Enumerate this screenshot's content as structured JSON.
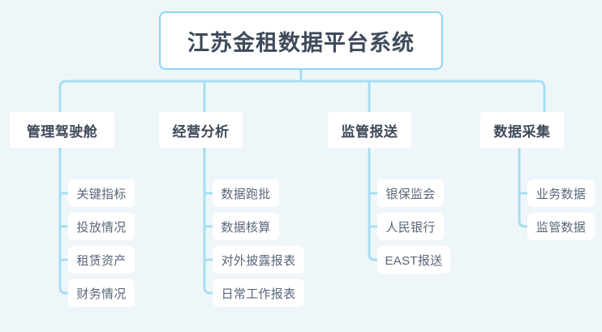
{
  "diagram": {
    "type": "org-tree",
    "title": "江苏金租数据平台系统",
    "accent_color": "#8ed5f7",
    "connector_color": "#a8ddf3",
    "background_color": "#eff6fa",
    "node_background": "#ffffff",
    "title_text_color": "#3f4a5a",
    "leaf_text_color": "#59677a",
    "root": {
      "label": "江苏金租数据平台系统"
    },
    "branches": [
      {
        "label": "管理驾驶舱",
        "leaves": [
          {
            "label": "关键指标"
          },
          {
            "label": "投放情况"
          },
          {
            "label": "租赁资产"
          },
          {
            "label": "财务情况"
          }
        ]
      },
      {
        "label": "经营分析",
        "leaves": [
          {
            "label": "数据跑批"
          },
          {
            "label": "数据核算"
          },
          {
            "label": "对外披露报表"
          },
          {
            "label": "日常工作报表"
          }
        ]
      },
      {
        "label": "监管报送",
        "leaves": [
          {
            "label": "银保监会"
          },
          {
            "label": "人民银行"
          },
          {
            "label": "EAST报送"
          }
        ]
      },
      {
        "label": "数据采集",
        "leaves": [
          {
            "label": "业务数据"
          },
          {
            "label": "监管数据"
          }
        ]
      }
    ]
  }
}
